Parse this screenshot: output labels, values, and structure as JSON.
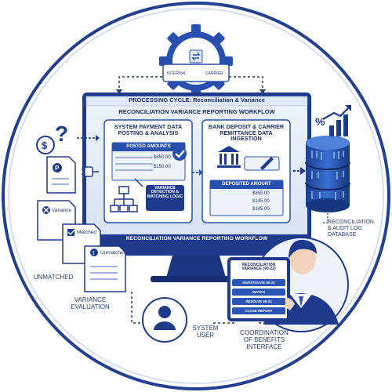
{
  "gear": {
    "label_left": "INTERNAL",
    "label_right": "CARRIER"
  },
  "monitor": {
    "cycle_bar": "PROCESSING CYCLE: Reconciliation & Variance",
    "title": "RECONCILIATION VARIANCE REPORTING WORKFLOW",
    "footer": "RECONCILIATION VARIANCE REPORTING WORKFLOW",
    "left_panel": {
      "title": "SYSTEM PAYMENT DATA POSTING & ANALYSIS",
      "header": "POSTED AMOUNTS",
      "values": [
        "$850.00",
        "$150.00"
      ]
    },
    "right_panel": {
      "title": "BANK DEPOSIT & CARRIER REMITTANCE DATA INGESTION",
      "header": "DEPOSITED AMOUNT",
      "values": [
        "$850.00",
        "$145.00",
        "$145.00"
      ]
    },
    "variance_box": "VARIANCE DETECTION & MATCHING LOGIC"
  },
  "documents": {
    "variance": "Variance",
    "matched": "Matched",
    "unmatched": "Unmatched"
  },
  "labels": {
    "unmatched": "UNMATCHED",
    "variance_evaluation": "VARIANCE EVALUATION",
    "system_user": "SYSTEM USER",
    "cob_interface": "COORDINATION OF BENEFITS INTERFACE",
    "database": "RECONCILIATION & AUDIT LOG DATABASE"
  },
  "tablet": {
    "title": "RECONCILIATION VARIANCE (90-22)",
    "buttons": [
      "INVESTIGATE 90-22",
      "MATCH",
      "RESOLVE 90-22",
      "CLOSE REPORT"
    ]
  },
  "colors": {
    "navy": "#1f3a8a",
    "blue": "#2b55b5",
    "light": "#dfe8f7",
    "accent": "#3b82f6"
  }
}
